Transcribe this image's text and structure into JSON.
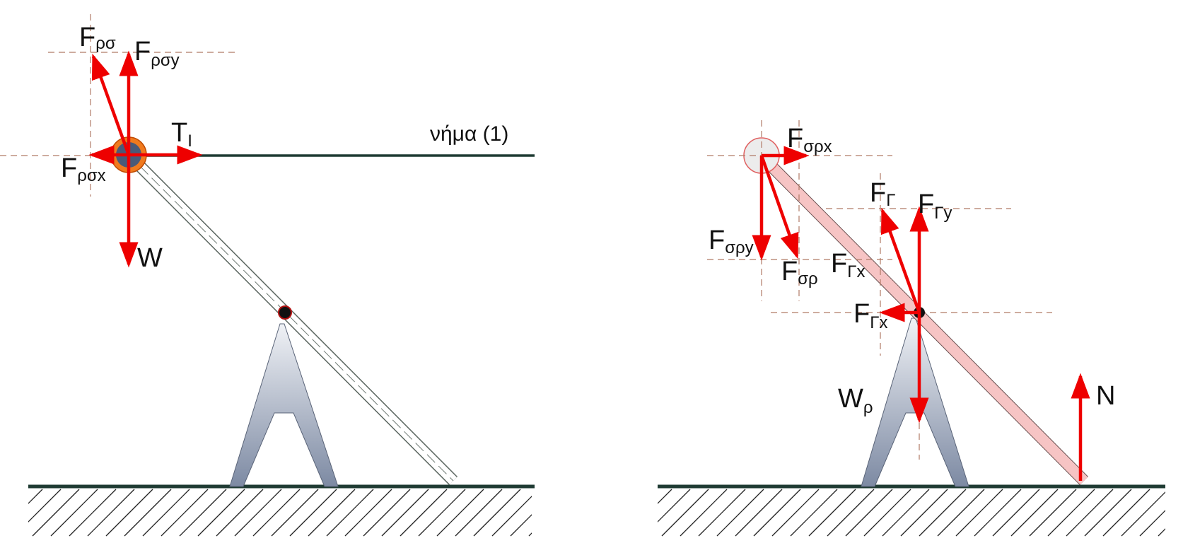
{
  "left_panel": {
    "labels": {
      "F_rs": {
        "main": "F",
        "sub": "ρσ"
      },
      "F_rsy": {
        "main": "F",
        "sub": "ρσy"
      },
      "F_rsx": {
        "main": "F",
        "sub": "ρσx"
      },
      "T": {
        "main": "T",
        "sub": "I"
      },
      "W": {
        "main": "W",
        "sub": ""
      },
      "string": "νήμα (1)"
    }
  },
  "right_panel": {
    "labels": {
      "F_srx": {
        "main": "F",
        "sub": "σρx"
      },
      "F_sry": {
        "main": "F",
        "sub": "σρy"
      },
      "F_sr": {
        "main": "F",
        "sub": "σρ"
      },
      "F_G": {
        "main": "F",
        "sub": "Γ"
      },
      "F_Gy": {
        "main": "F",
        "sub": "Γy"
      },
      "F_Gx_upper": {
        "main": "F",
        "sub": "Γx"
      },
      "F_Gx_lower": {
        "main": "F",
        "sub": "Γx"
      },
      "W_r": {
        "main": "W",
        "sub": "ρ"
      },
      "N": {
        "main": "N",
        "sub": ""
      }
    }
  },
  "colors": {
    "force_arrow": "#ee0000",
    "ground": "#1f3b33",
    "guide": "#b07a66",
    "rod_fill_right": "#f6c4c4",
    "ball": "#4a5a78",
    "ball_ring": "#f07a1e",
    "support_top": "#f0f2f6",
    "support_bottom": "#7d8aa3"
  }
}
